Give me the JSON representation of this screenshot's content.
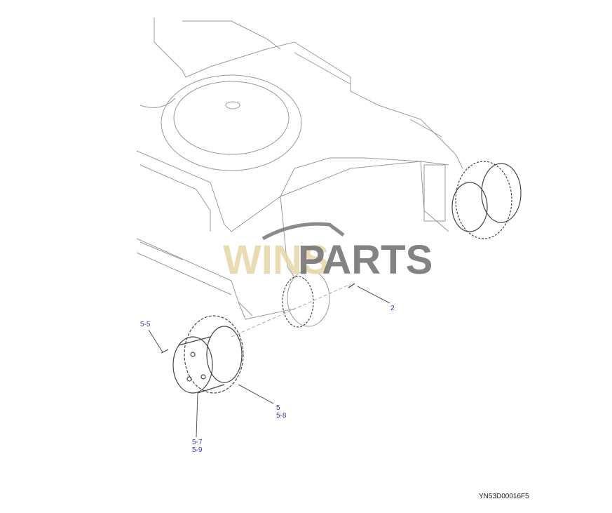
{
  "diagram": {
    "callouts": [
      {
        "id": "2",
        "text": "2"
      },
      {
        "id": "5-5",
        "text": "5-5"
      },
      {
        "id": "5",
        "text": "5"
      },
      {
        "id": "5-8",
        "text": "5-8"
      },
      {
        "id": "5-7",
        "text": "5-7"
      },
      {
        "id": "5-9",
        "text": "5-9"
      }
    ],
    "drawing_code": "YN53D00016F5",
    "watermark": {
      "part1": "WINS",
      "part2": "PARTS",
      "color1": "#e6d7a6",
      "color2": "#6e6e6e"
    },
    "callout_color": "#3c3cb4"
  }
}
